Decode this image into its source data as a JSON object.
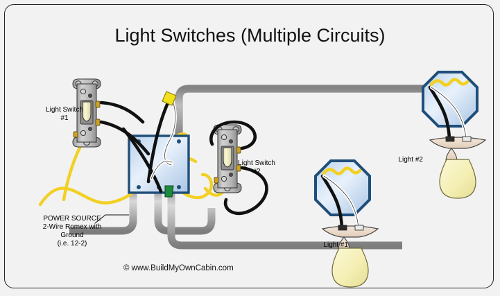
{
  "page": {
    "background_color": "#f2f2f2",
    "panel_border_color": "#222222"
  },
  "title": "Light Switches (Multiple Circuits)",
  "labels": {
    "switch1": "Light Switch\n#1",
    "switch2": "Light Switch\n#2",
    "light1": "Light #1",
    "light2": "Light #2",
    "power_source": "POWER SOURCE\n2-Wire Romex with\nGround\n(i.e. 12-2)"
  },
  "credit": "© www.BuildMyOwnCabin.com",
  "colors": {
    "cable_sheath": "#b3b3b3",
    "cable_sheath_edge": "#6e6e6e",
    "hot_wire": "#111111",
    "neutral_wire": "#ffffff",
    "ground_wire": "#f2d024",
    "box_fill": "#cfe0f2",
    "box_stroke": "#1f4e79",
    "switch_plate": "#b8b8b8",
    "switch_toggle": "#f2efc8",
    "brass_screw": "#c9a227",
    "wire_nut_yellow": "#f2e01c",
    "wire_nut_green": "#1d8a3c",
    "bulb_glass": "#f7f4c0",
    "socket_base": "#f6e3d4"
  },
  "components": [
    {
      "name": "light-switch-1",
      "type": "single-pole-switch",
      "position": "left-upper"
    },
    {
      "name": "light-switch-2",
      "type": "single-pole-switch",
      "position": "center"
    },
    {
      "name": "junction-box",
      "type": "square-device-box",
      "position": "center-left"
    },
    {
      "name": "light-fixture-1",
      "type": "ceiling-light-octagon-box",
      "position": "lower-right"
    },
    {
      "name": "light-fixture-2",
      "type": "ceiling-light-octagon-box",
      "position": "upper-right"
    },
    {
      "name": "wire-nut-hot",
      "type": "wire-nut",
      "color": "yellow"
    },
    {
      "name": "wire-nut-ground",
      "type": "wire-nut",
      "color": "green"
    },
    {
      "name": "power-source-cable",
      "type": "romex-2-wire-with-ground"
    }
  ]
}
